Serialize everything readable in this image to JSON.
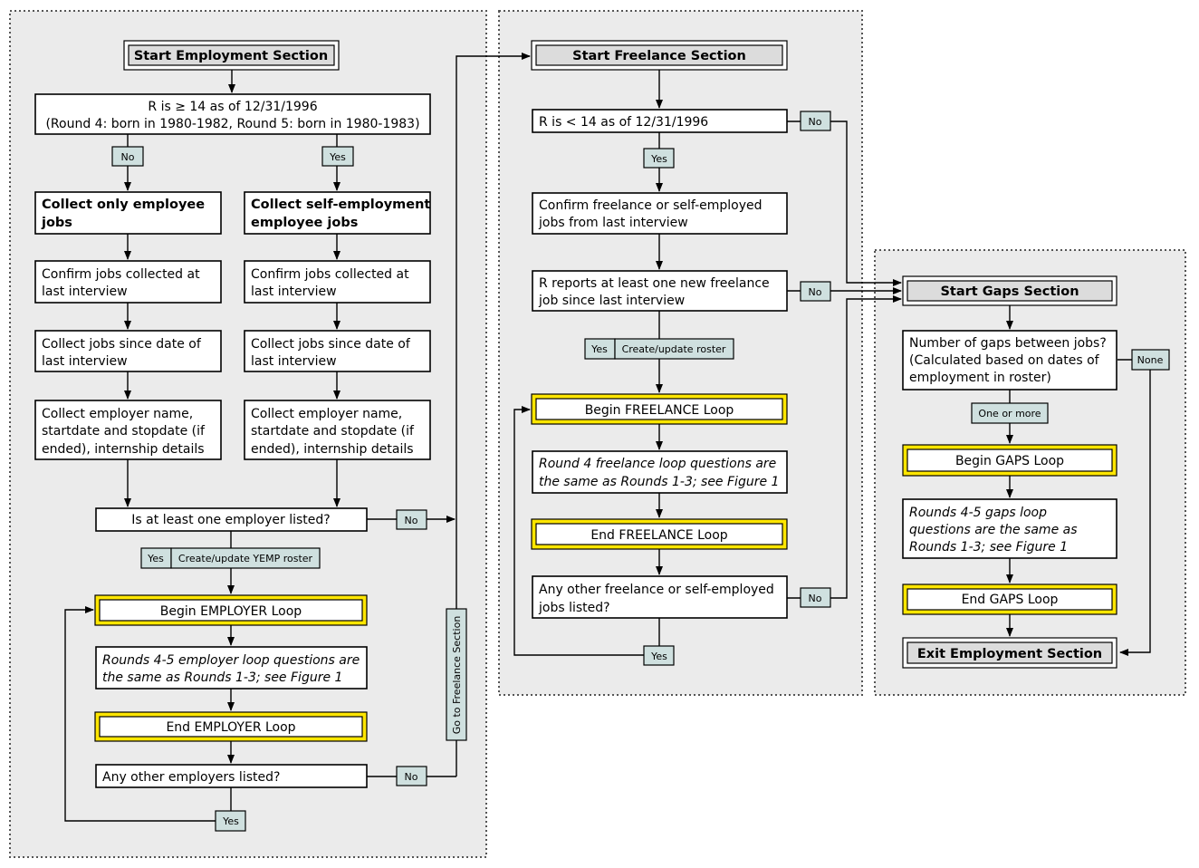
{
  "employment": {
    "start": "Start Employment Section",
    "age_check": [
      "R is ≥ 14 as of 12/31/1996",
      "(Round 4: born in 1980-1982, Round 5: born in 1980-1983)"
    ],
    "no": "No",
    "yes": "Yes",
    "left_col": {
      "collect": [
        "Collect only employee",
        "jobs"
      ],
      "confirm": [
        "Confirm jobs collected at",
        "last interview"
      ],
      "since": [
        "Collect jobs since date of",
        "last interview"
      ],
      "details": [
        "Collect employer name,",
        "startdate and stopdate (if",
        "ended), internship details"
      ]
    },
    "right_col": {
      "collect": [
        "Collect self-employment",
        "employee jobs"
      ],
      "confirm": [
        "Confirm jobs collected at",
        "last interview"
      ],
      "since": [
        "Collect jobs since date of",
        "last interview"
      ],
      "details": [
        "Collect employer name,",
        "startdate and stopdate (if",
        "ended), internship details"
      ]
    },
    "employer_listed": "Is at least one employer listed?",
    "employer_listed_no": "No",
    "roster_yes": "Yes",
    "roster_label": "Create/update YEMP roster",
    "begin_loop": "Begin EMPLOYER Loop",
    "loop_questions": [
      "Rounds 4-5 employer loop questions are",
      "the same as Rounds 1-3; see Figure 1"
    ],
    "end_loop": "End EMPLOYER Loop",
    "other_employers": "Any other employers listed?",
    "other_no": "No",
    "other_yes": "Yes",
    "goto_freelance": "Go to Freelance Section"
  },
  "freelance": {
    "start": "Start Freelance Section",
    "age_check": "R is < 14 as of 12/31/1996",
    "age_no": "No",
    "age_yes": "Yes",
    "confirm": [
      "Confirm freelance or self-employed",
      "jobs from last interview"
    ],
    "new_job": [
      "R reports at least one new freelance",
      "job since last interview"
    ],
    "new_no": "No",
    "new_yes": "Yes",
    "roster_label": "Create/update roster",
    "begin_loop": "Begin FREELANCE Loop",
    "loop_questions": [
      "Round 4 freelance loop questions are",
      "the same as Rounds 1-3; see Figure 1"
    ],
    "end_loop": "End FREELANCE Loop",
    "other_jobs": [
      "Any other freelance or self-employed",
      "jobs listed?"
    ],
    "other_no": "No",
    "other_yes": "Yes"
  },
  "gaps": {
    "start": "Start Gaps Section",
    "number": [
      "Number of gaps between jobs?",
      "(Calculated based on dates of",
      "employment in roster)"
    ],
    "none": "None",
    "one_or_more": "One or more",
    "begin_loop": "Begin GAPS Loop",
    "loop_questions": [
      "Rounds 4-5 gaps loop",
      "questions are the same as",
      "Rounds 1-3; see Figure 1"
    ],
    "end_loop": "End GAPS Loop",
    "exit": "Exit Employment Section"
  }
}
